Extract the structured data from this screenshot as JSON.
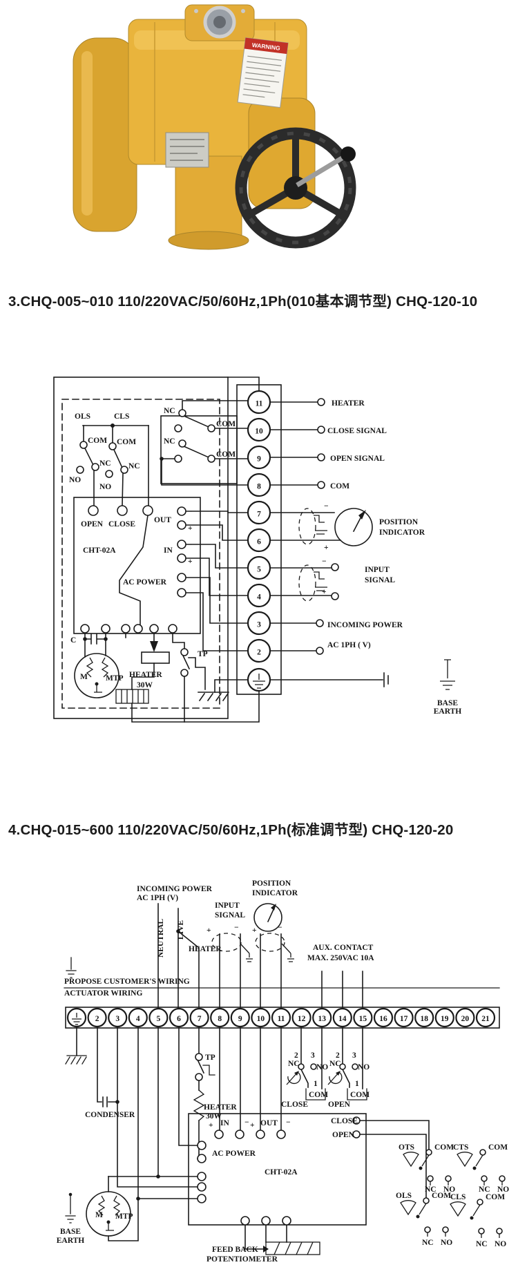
{
  "page": {
    "background": "#ffffff",
    "text_color": "#1b1b1b"
  },
  "photo": {
    "warning_label": "WARNING",
    "body_color": "#e9b43c",
    "wheel_color": "#2b2b2b"
  },
  "sections": [
    {
      "heading": "3.CHQ-005~010 110/220VAC/50/60Hz,1Ph(010基本调节型)  CHQ-120-10"
    },
    {
      "heading": "4.CHQ-015~600 110/220VAC/50/60Hz,1Ph(标准调节型)  CHQ-120-20"
    }
  ],
  "lbl": {
    "com": "COM",
    "nc": "NC",
    "no": "NO",
    "plus": "+",
    "minus": "−",
    "heater": "HEATER",
    "w30": "30W",
    "tp": "TP",
    "base": "BASE",
    "earth": "EARTH",
    "m": "M",
    "mtp": "MTP",
    "cht": "CHT-02A",
    "ac_power": "AC POWER",
    "open": "OPEN",
    "close": "CLOSE",
    "in": "IN",
    "out": "OUT",
    "n1": "1",
    "n2": "2",
    "n3": "3"
  },
  "diagram1": {
    "terminals": [
      "11",
      "10",
      "9",
      "8",
      "7",
      "6",
      "5",
      "4",
      "3",
      "2"
    ],
    "ols": "OLS",
    "cls": "CLS",
    "cap": "C",
    "t11": "HEATER",
    "t10": "CLOSE SIGNAL",
    "t9": "OPEN SIGNAL",
    "t8": "COM",
    "pi1": "POSITION",
    "pi2": "INDICATOR",
    "is1": "INPUT",
    "is2": "SIGNAL",
    "ip1": "INCOMING POWER",
    "ip2": "AC 1PH (  V)"
  },
  "diagram2": {
    "terminals": [
      "2",
      "3",
      "4",
      "5",
      "6",
      "7",
      "8",
      "9",
      "10",
      "11",
      "12",
      "13",
      "14",
      "15",
      "16",
      "17",
      "18",
      "19",
      "20",
      "21"
    ],
    "ip1": "INCOMING POWER",
    "ip2": "AC 1PH (V)",
    "neutral": "NEUTRAL",
    "live": "LIVE",
    "is1": "INPUT",
    "is2": "SIGNAL",
    "pi1": "POSITION",
    "pi2": "INDICATOR",
    "aux1": "AUX. CONTACT",
    "aux2": "MAX. 250VAC 10A",
    "note1": "PROPOSE CUSTOMER'S WIRING",
    "note2": "ACTUATOR WIRING",
    "condenser": "CONDENSER",
    "fb1": "FEED BACK",
    "fb2": "POTENTIOMETER",
    "ots": "OTS",
    "cts": "CTS",
    "ols": "OLS",
    "cls": "CLS"
  }
}
